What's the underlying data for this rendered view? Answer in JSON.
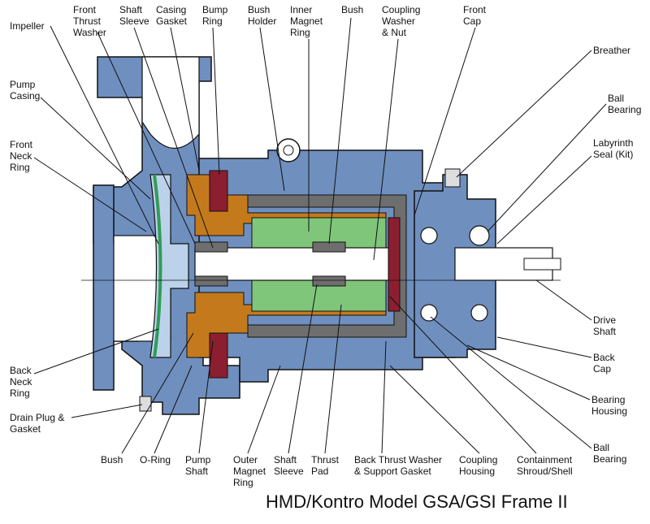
{
  "title": "HMD/Kontro Model GSA/GSI Frame II",
  "colors": {
    "casing": "#6f8fbf",
    "casing_dark": "#33507f",
    "magnet_outer": "#c47a1c",
    "magnet_inner": "#7fc67a",
    "shroud": "#6e6e6e",
    "bush_red": "#8c1f2f",
    "outline": "#111111",
    "background": "#ffffff"
  },
  "labels": [
    {
      "id": "impeller",
      "lines": [
        "Impeller"
      ]
    },
    {
      "id": "front-thrust-washer",
      "lines": [
        "Front",
        "Thrust",
        "Washer"
      ]
    },
    {
      "id": "shaft-sleeve-top",
      "lines": [
        "Shaft",
        "Sleeve"
      ]
    },
    {
      "id": "casing-gasket",
      "lines": [
        "Casing",
        "Gasket"
      ]
    },
    {
      "id": "bump-ring",
      "lines": [
        "Bump",
        "Ring"
      ]
    },
    {
      "id": "bush-holder",
      "lines": [
        "Bush",
        "Holder"
      ]
    },
    {
      "id": "inner-magnet-ring",
      "lines": [
        "Inner",
        "Magnet",
        "Ring"
      ]
    },
    {
      "id": "bush-top",
      "lines": [
        "Bush"
      ]
    },
    {
      "id": "coupling-washer-nut",
      "lines": [
        "Coupling",
        "Washer",
        "& Nut"
      ]
    },
    {
      "id": "front-cap",
      "lines": [
        "Front",
        "Cap"
      ]
    },
    {
      "id": "breather",
      "lines": [
        "Breather"
      ]
    },
    {
      "id": "ball-bearing-top",
      "lines": [
        "Ball",
        "Bearing"
      ]
    },
    {
      "id": "labyrinth-seal",
      "lines": [
        "Labyrinth",
        "Seal (Kit)"
      ]
    },
    {
      "id": "pump-casing",
      "lines": [
        "Pump",
        "Casing"
      ]
    },
    {
      "id": "front-neck-ring",
      "lines": [
        "Front",
        "Neck",
        "Ring"
      ]
    },
    {
      "id": "drive-shaft",
      "lines": [
        "Drive",
        "Shaft"
      ]
    },
    {
      "id": "back-cap",
      "lines": [
        "Back",
        "Cap"
      ]
    },
    {
      "id": "bearing-housing",
      "lines": [
        "Bearing",
        "Housing"
      ]
    },
    {
      "id": "ball-bearing-bottom",
      "lines": [
        "Ball",
        "Bearing"
      ]
    },
    {
      "id": "back-neck-ring",
      "lines": [
        "Back",
        "Neck",
        "Ring"
      ]
    },
    {
      "id": "drain-plug-gasket",
      "lines": [
        "Drain Plug &",
        "Gasket"
      ]
    },
    {
      "id": "bush-bottom",
      "lines": [
        "Bush"
      ]
    },
    {
      "id": "o-ring",
      "lines": [
        "O-Ring"
      ]
    },
    {
      "id": "pump-shaft",
      "lines": [
        "Pump",
        "Shaft"
      ]
    },
    {
      "id": "outer-magnet-ring",
      "lines": [
        "Outer",
        "Magnet",
        "Ring"
      ]
    },
    {
      "id": "shaft-sleeve-bottom",
      "lines": [
        "Shaft",
        "Sleeve"
      ]
    },
    {
      "id": "thrust-pad",
      "lines": [
        "Thrust",
        "Pad"
      ]
    },
    {
      "id": "back-thrust-washer",
      "lines": [
        "Back Thrust Washer",
        "& Support Gasket"
      ]
    },
    {
      "id": "coupling-housing",
      "lines": [
        "Coupling",
        "Housing"
      ]
    },
    {
      "id": "containment-shroud",
      "lines": [
        "Containment",
        "Shroud/Shell"
      ]
    }
  ]
}
